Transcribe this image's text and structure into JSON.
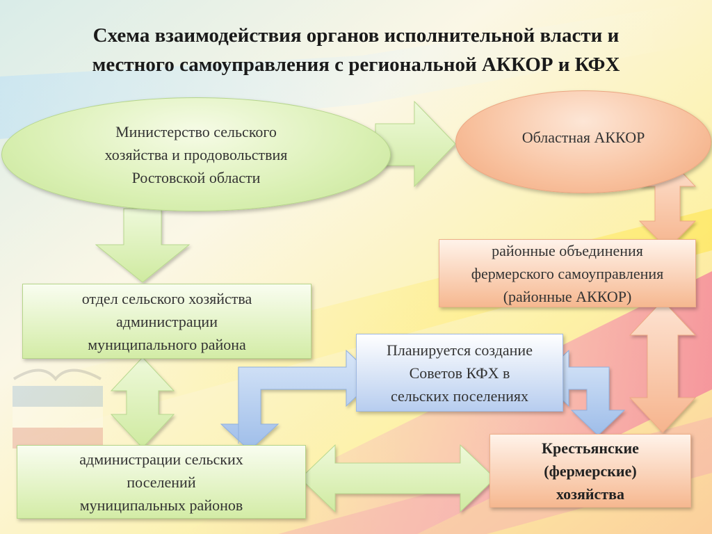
{
  "title": {
    "line1": "Схема взаимодействия органов исполнительной власти и",
    "line2": "местного самоуправления с региональной АККОР и КФХ"
  },
  "nodes": {
    "ministry": {
      "line1": "Министерство сельского",
      "line2": "хозяйства и продовольствия",
      "line3": "Ростовской области"
    },
    "regional_akkor": {
      "line1": "Областная АККОР"
    },
    "district_akkor": {
      "line1": "районные объединения",
      "line2": "фермерского самоуправления",
      "line3": "(районные АККОР)"
    },
    "agri_department": {
      "line1": "отдел сельского хозяйства",
      "line2": "администрации",
      "line3": "муниципального района"
    },
    "kfh_councils": {
      "line1": "Планируется создание",
      "line2": "Советов КФХ в",
      "line3": "сельских поселениях"
    },
    "rural_administrations": {
      "line1": "администрации сельских",
      "line2": "поселений",
      "line3": "муниципальных районов"
    },
    "farms": {
      "line1": "Крестьянские",
      "line2": "(фермерские)",
      "line3": "хозяйства"
    }
  },
  "colors": {
    "green_fill": "#d6eeab",
    "orange_fill": "#f7b992",
    "blue_fill": "#b7cdef",
    "arrow_green": "#d9f0b4",
    "arrow_orange": "#fbcfb2",
    "arrow_blue": "#aac6ee"
  }
}
